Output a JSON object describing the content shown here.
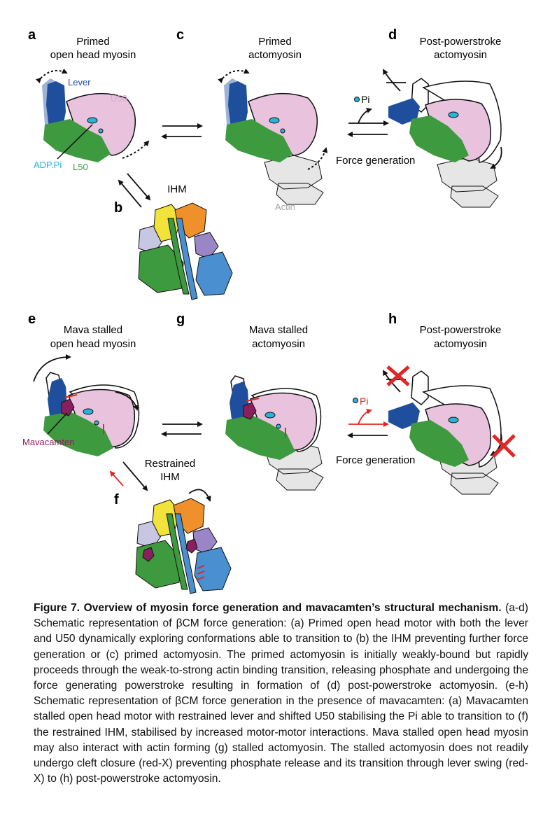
{
  "panels": {
    "a": {
      "letter": "a",
      "title_l1": "Primed",
      "title_l2": "open head myosin"
    },
    "b": {
      "letter": "b",
      "title": "IHM"
    },
    "c": {
      "letter": "c",
      "title_l1": "Primed",
      "title_l2": "actomyosin"
    },
    "d": {
      "letter": "d",
      "title_l1": "Post-powerstroke",
      "title_l2": "actomyosin"
    },
    "e": {
      "letter": "e",
      "title_l1": "Mava stalled",
      "title_l2": "open head myosin"
    },
    "f": {
      "letter": "f",
      "title_l1": "Restrained",
      "title_l2": "IHM"
    },
    "g": {
      "letter": "g",
      "title_l1": "Mava stalled",
      "title_l2": "actomyosin"
    },
    "h": {
      "letter": "h",
      "title_l1": "Post-powerstroke",
      "title_l2": "actomyosin"
    }
  },
  "labels": {
    "lever": "Lever",
    "u50": "U50",
    "adp_pi": "ADP.Pi",
    "l50": "L50",
    "actin": "Actin",
    "pi_top": "Pi",
    "pi_bottom": "Pi",
    "force_top": "Force generation",
    "force_bottom": "Force generation",
    "mavacamten": "Mavacamten"
  },
  "colors": {
    "lever": "#1f4e9c",
    "lever_ghost": "#9db3d6",
    "u50": "#e9c3de",
    "l50": "#3d9a3f",
    "adp_pi": "#2ab3d8",
    "actin": "#e6e6e6",
    "mavacamten": "#8a1f5e",
    "red": "#e02626",
    "ihm_yellow": "#f2e33a",
    "ihm_orange": "#f0902a",
    "ihm_purple": "#9a86c6",
    "ihm_lavender": "#c7c6e3",
    "ihm_blue": "#4a8fd0"
  },
  "caption": {
    "title": "Figure 7. Overview of myosin force generation and mavacamten’s structural mechanism.",
    "body": " (a-d) Schematic representation of βCM force generation: (a) Primed open head motor with both the lever and U50 dynamically exploring conformations able to transition to (b) the IHM preventing further force generation or (c) primed actomyosin. The primed actomyosin is initially weakly-bound but rapidly proceeds through the weak-to-strong actin binding transition, releasing phosphate and undergoing the force generating powerstroke resulting in formation of (d) post-powerstroke actomyosin. (e-h) Schematic representation of βCM force generation in the presence of mavacamten: (a) Mavacamten stalled open head motor with restrained lever and shifted U50 stabilising the Pi able to transition to (f) the restrained IHM, stabilised by increased motor-motor interactions. Mava stalled open head myosin may also interact with actin forming (g) stalled actomyosin. The stalled actomyosin does not readily undergo cleft closure (red-X) preventing phosphate release and its transition through lever swing (red-X) to (h) post-powerstroke actomyosin."
  }
}
